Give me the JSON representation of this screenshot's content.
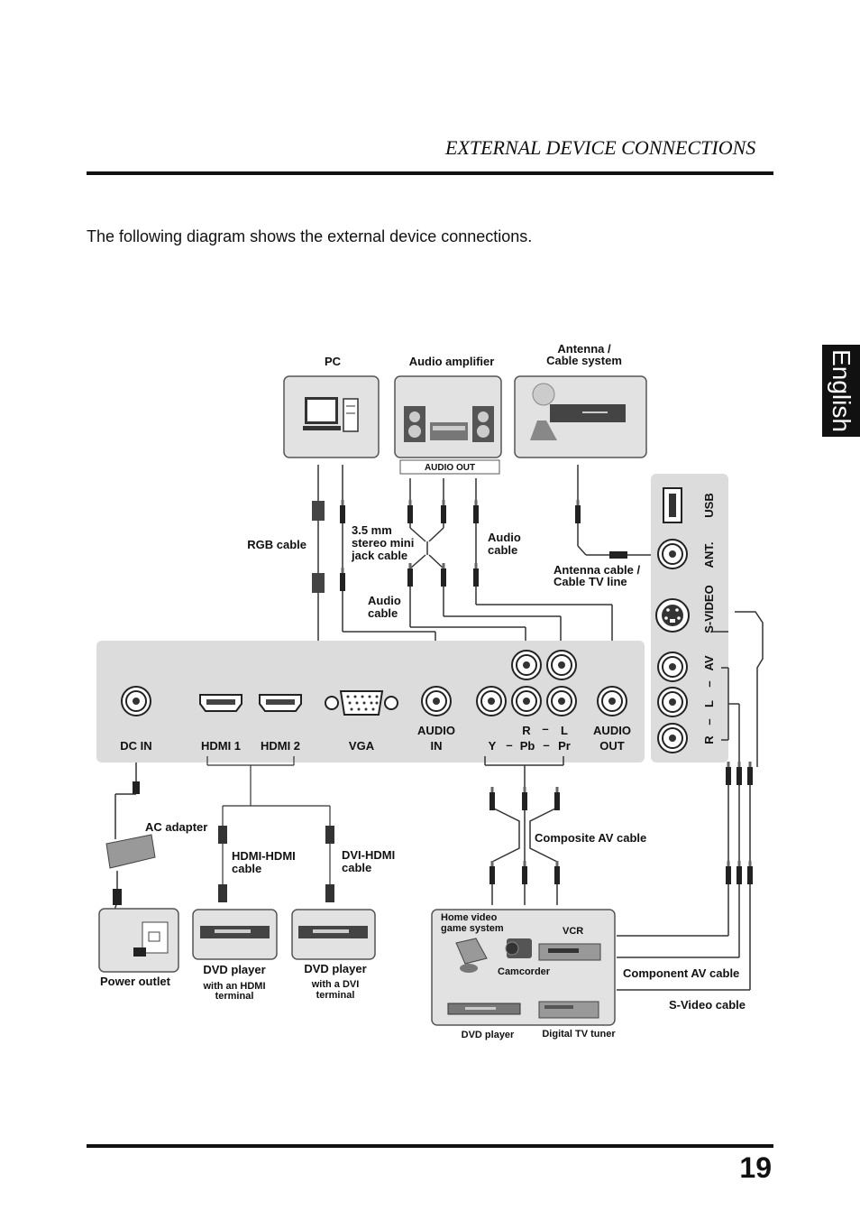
{
  "header": {
    "title": "EXTERNAL DEVICE CONNECTIONS",
    "language_tab": "English",
    "page_number": "19"
  },
  "intro": "The following diagram shows the external device connections.",
  "devices": {
    "pc": "PC",
    "audio_amplifier": "Audio amplifier",
    "antenna_line1": "Antenna /",
    "antenna_line2": "Cable system",
    "audio_out_tag": "AUDIO OUT",
    "power_outlet": "Power outlet",
    "dvd_hdmi": "DVD player",
    "dvd_hdmi_sub1": "with an HDMI",
    "dvd_hdmi_sub2": "terminal",
    "dvd_dvi": "DVD player",
    "dvd_dvi_sub1": "with a DVI",
    "dvd_dvi_sub2": "terminal",
    "home_video_1": "Home video",
    "home_video_2": "game system",
    "vcr": "VCR",
    "camcorder": "Camcorder",
    "dvd_player": "DVD player",
    "digital_tv_tuner": "Digital TV tuner"
  },
  "cables": {
    "rgb": "RGB cable",
    "mini_jack_1": "3.5 mm",
    "mini_jack_2": "stereo mini",
    "mini_jack_3": "jack cable",
    "audio_cable_a_1": "Audio",
    "audio_cable_a_2": "cable",
    "audio_cable_b_1": "Audio",
    "audio_cable_b_2": "cable",
    "antenna_cable_1": "Antenna cable /",
    "antenna_cable_2": "Cable TV line",
    "ac_adapter": "AC adapter",
    "hdmi_hdmi_1": "HDMI-HDMI",
    "hdmi_hdmi_2": "cable",
    "dvi_hdmi_1": "DVI-HDMI",
    "dvi_hdmi_2": "cable",
    "composite_av": "Composite AV cable",
    "component_av": "Component AV cable",
    "svideo": "S-Video cable"
  },
  "ports": {
    "dc_in": "DC IN",
    "hdmi1": "HDMI 1",
    "hdmi2": "HDMI 2",
    "vga": "VGA",
    "audio_in_1": "AUDIO",
    "audio_in_2": "IN",
    "r": "R",
    "l": "L",
    "y": "Y",
    "pb": "Pb",
    "pr": "Pr",
    "dash": "–",
    "audio_out_1": "AUDIO",
    "audio_out_2": "OUT",
    "usb": "USB",
    "ant": "ANT.",
    "svideo": "S-VIDEO",
    "av": "AV",
    "r_side": "R",
    "l_side": "L"
  }
}
